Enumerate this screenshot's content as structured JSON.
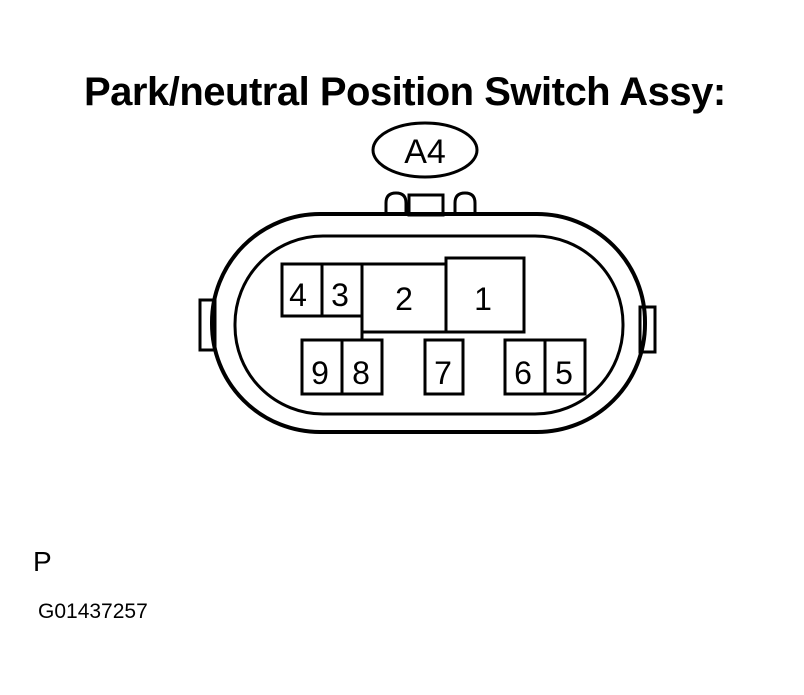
{
  "title": "Park/neutral Position Switch Assy:",
  "connector_code": "A4",
  "terminals": [
    "4",
    "3",
    "2",
    "1",
    "9",
    "8",
    "7",
    "6",
    "5"
  ],
  "view_letter": "P",
  "figure_id": "G01437257"
}
